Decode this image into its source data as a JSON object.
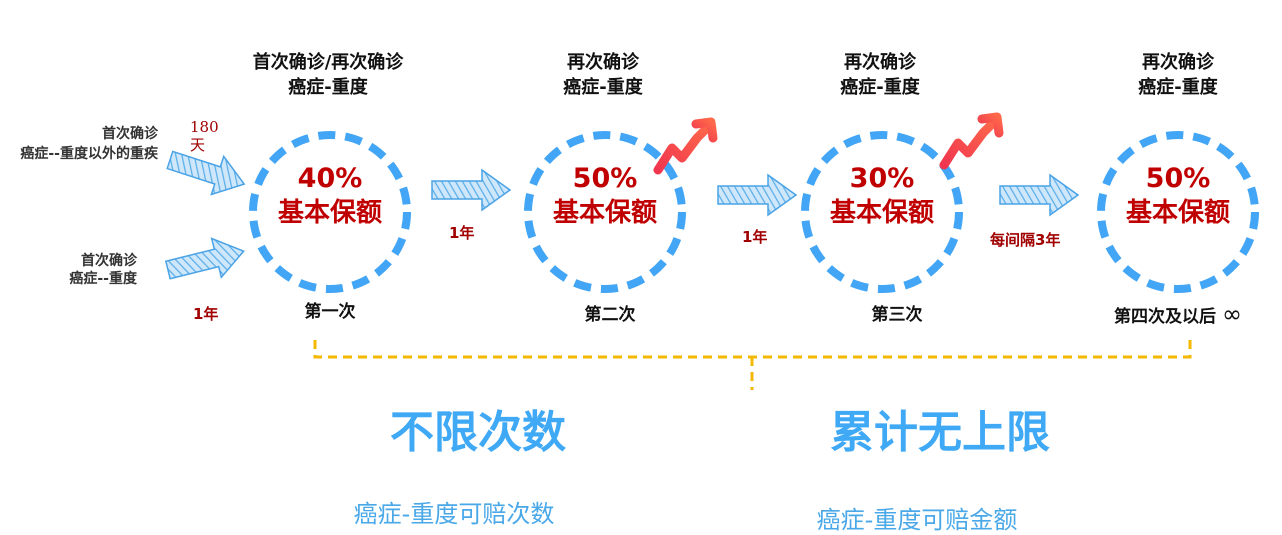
{
  "stages": [
    {
      "header1": "首次确诊/再次确诊",
      "header2": "癌症-重度",
      "percent": "40%",
      "base": "基本保额",
      "label": "第一次"
    },
    {
      "header1": "再次确诊",
      "header2": "癌症-重度",
      "percent": "50%",
      "base": "基本保额",
      "label": "第二次"
    },
    {
      "header1": "再次确诊",
      "header2": "癌症-重度",
      "percent": "30%",
      "base": "基本保额",
      "label": "第三次"
    },
    {
      "header1": "再次确诊",
      "header2": "癌症-重度",
      "percent": "50%",
      "base": "基本保额",
      "label": "第四次及以后",
      "infinity": "∞"
    }
  ],
  "inputs": {
    "top": {
      "line1": "首次确诊",
      "line2": "癌症--重度以外的重疾",
      "wait": "180",
      "wait_unit": "天"
    },
    "bottom": {
      "line1": "首次确诊",
      "line2": "癌症--重度",
      "wait": "1年"
    }
  },
  "intervals": [
    "1年",
    "1年",
    "每间隔3年"
  ],
  "summary": {
    "left": {
      "title": "不限次数",
      "subtitle": "癌症-重度可赔次数"
    },
    "right": {
      "title": "累计无上限",
      "subtitle": "癌症-重度可赔金额"
    }
  },
  "colors": {
    "circle": "#42a5f5",
    "arrow": "#5aaee8",
    "red": "#c00000",
    "bracket": "#f5b800",
    "trend": "#f0464f"
  }
}
